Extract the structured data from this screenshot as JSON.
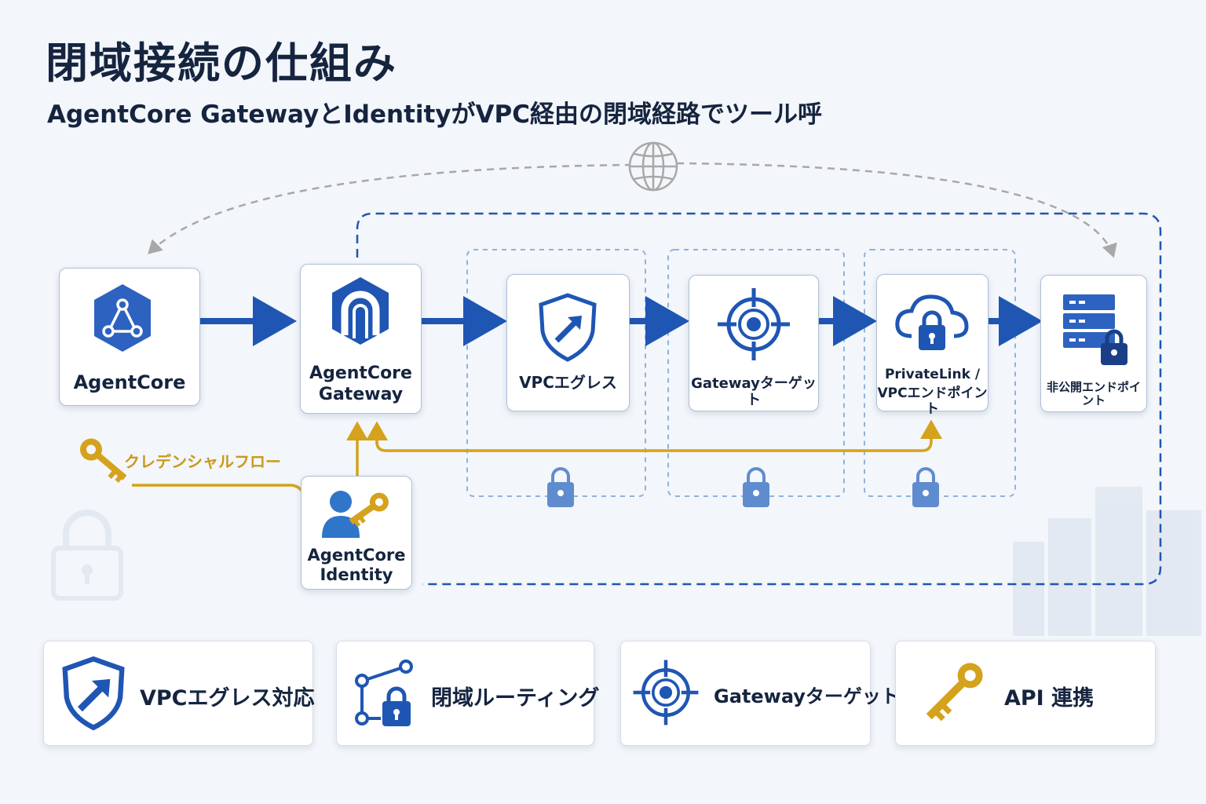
{
  "header": {
    "title": "閉域接続の仕組み",
    "subtitle": "AgentCore GatewayとIdentityがVPC経由の閉域経路でツール呼"
  },
  "nodes": {
    "agentcore": "AgentCore",
    "gateway_line1": "AgentCore",
    "gateway_line2": "Gateway",
    "vpc_egress": "VPCエグレス",
    "gateway_target": "Gatewayターゲット",
    "privatelink_line1": "PrivateLink /",
    "privatelink_line2": "VPCエンドポイント",
    "private_endpoint": "非公開エンドポイント",
    "identity_line1": "AgentCore",
    "identity_line2": "Identity"
  },
  "credential_flow_label": "クレデンシャルフロー",
  "features": [
    {
      "label": "VPCエグレス対応",
      "icon": "shield-arrow-icon"
    },
    {
      "label": "閉域ルーティング",
      "icon": "route-lock-icon"
    },
    {
      "label": "Gatewayターゲット",
      "icon": "target-icon"
    },
    {
      "label": "API 連携",
      "icon": "key-icon"
    }
  ],
  "colors": {
    "primary_blue": "#1f56b3",
    "credential_gold": "#d4a21c",
    "text_navy": "#15243f",
    "dashed_gray": "#a8a8a8"
  }
}
